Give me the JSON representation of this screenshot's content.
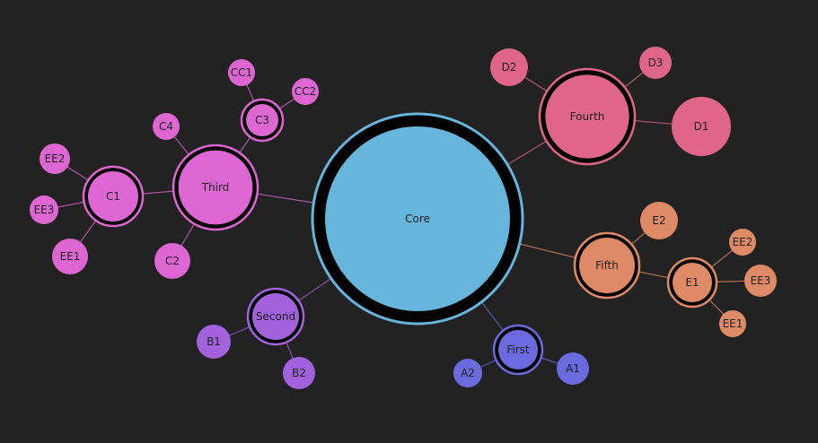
{
  "colors": {
    "background": "#222222",
    "core": "#65b5dc",
    "first": "#6b6bdf",
    "second": "#a262de",
    "third": "#de66d2",
    "fourth": "#df6689",
    "fifth": "#df8a66"
  },
  "nodes": [
    {
      "id": "core",
      "label": "Core",
      "group": "core",
      "expanded": true
    },
    {
      "id": "first",
      "label": "First",
      "group": "first",
      "expanded": true
    },
    {
      "id": "a1",
      "label": "A1",
      "group": "first",
      "expanded": false
    },
    {
      "id": "a2",
      "label": "A2",
      "group": "first",
      "expanded": false
    },
    {
      "id": "second",
      "label": "Second",
      "group": "second",
      "expanded": true
    },
    {
      "id": "b1",
      "label": "B1",
      "group": "second",
      "expanded": false
    },
    {
      "id": "b2",
      "label": "B2",
      "group": "second",
      "expanded": false
    },
    {
      "id": "third",
      "label": "Third",
      "group": "third",
      "expanded": true
    },
    {
      "id": "c1",
      "label": "C1",
      "group": "third",
      "expanded": true
    },
    {
      "id": "c2",
      "label": "C2",
      "group": "third",
      "expanded": false
    },
    {
      "id": "c3",
      "label": "C3",
      "group": "third",
      "expanded": true
    },
    {
      "id": "c4",
      "label": "C4",
      "group": "third",
      "expanded": false
    },
    {
      "id": "cc1",
      "label": "CC1",
      "group": "third",
      "expanded": false
    },
    {
      "id": "cc2",
      "label": "CC2",
      "group": "third",
      "expanded": false
    },
    {
      "id": "c_ee1",
      "label": "EE1",
      "group": "third",
      "expanded": false
    },
    {
      "id": "c_ee2",
      "label": "EE2",
      "group": "third",
      "expanded": false
    },
    {
      "id": "c_ee3",
      "label": "EE3",
      "group": "third",
      "expanded": false
    },
    {
      "id": "fourth",
      "label": "Fourth",
      "group": "fourth",
      "expanded": true
    },
    {
      "id": "d1",
      "label": "D1",
      "group": "fourth",
      "expanded": false
    },
    {
      "id": "d2",
      "label": "D2",
      "group": "fourth",
      "expanded": false
    },
    {
      "id": "d3",
      "label": "D3",
      "group": "fourth",
      "expanded": false
    },
    {
      "id": "fifth",
      "label": "Fifth",
      "group": "fifth",
      "expanded": true
    },
    {
      "id": "e1",
      "label": "E1",
      "group": "fifth",
      "expanded": true
    },
    {
      "id": "e2",
      "label": "E2",
      "group": "fifth",
      "expanded": false
    },
    {
      "id": "e_ee1",
      "label": "EE1",
      "group": "fifth",
      "expanded": false
    },
    {
      "id": "e_ee2",
      "label": "EE2",
      "group": "fifth",
      "expanded": false
    },
    {
      "id": "e_ee3",
      "label": "EE3",
      "group": "fifth",
      "expanded": false
    }
  ],
  "edges": [
    [
      "core",
      "first"
    ],
    [
      "first",
      "a1"
    ],
    [
      "first",
      "a2"
    ],
    [
      "core",
      "second"
    ],
    [
      "second",
      "b1"
    ],
    [
      "second",
      "b2"
    ],
    [
      "core",
      "third"
    ],
    [
      "third",
      "c1"
    ],
    [
      "third",
      "c2"
    ],
    [
      "third",
      "c3"
    ],
    [
      "third",
      "c4"
    ],
    [
      "c3",
      "cc1"
    ],
    [
      "c3",
      "cc2"
    ],
    [
      "c1",
      "c_ee1"
    ],
    [
      "c1",
      "c_ee2"
    ],
    [
      "c1",
      "c_ee3"
    ],
    [
      "core",
      "fourth"
    ],
    [
      "fourth",
      "d1"
    ],
    [
      "fourth",
      "d2"
    ],
    [
      "fourth",
      "d3"
    ],
    [
      "core",
      "fifth"
    ],
    [
      "fifth",
      "e1"
    ],
    [
      "fifth",
      "e2"
    ],
    [
      "e1",
      "e_ee1"
    ],
    [
      "e1",
      "e_ee2"
    ],
    [
      "e1",
      "e_ee3"
    ]
  ]
}
